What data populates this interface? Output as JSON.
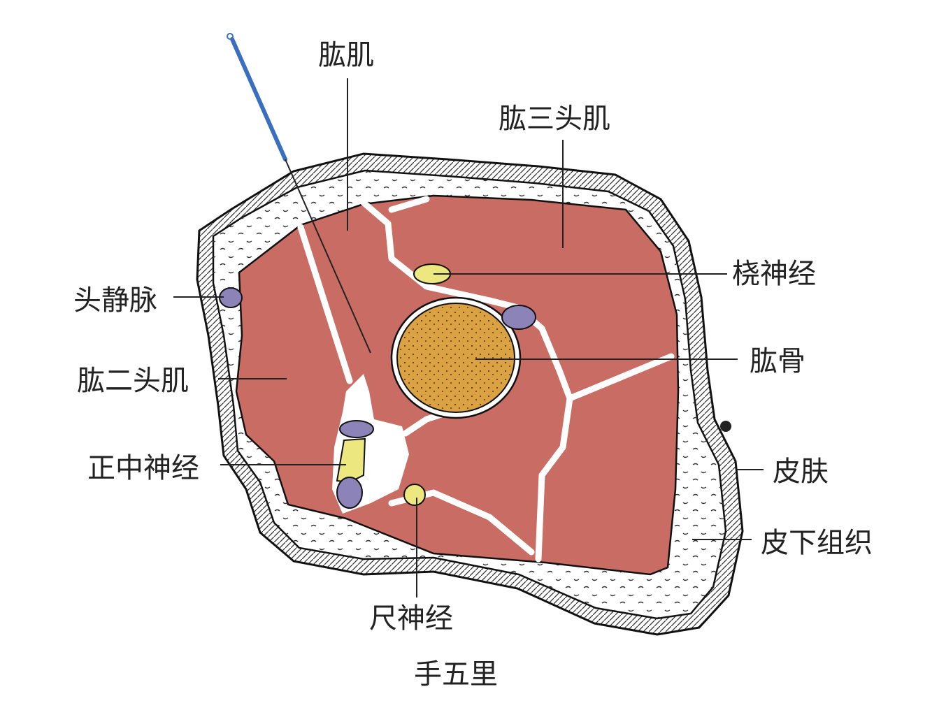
{
  "title": "手五里",
  "labels": {
    "brachialis": "肱肌",
    "triceps": "肱三头肌",
    "radial_nerve": "桡神经",
    "cephalic_vein": "头静脉",
    "humerus": "肱骨",
    "biceps": "肱二头肌",
    "median_nerve": "正中神经",
    "skin": "皮肤",
    "subcutaneous": "皮下组织",
    "ulnar_nerve": "尺神经"
  },
  "colors": {
    "muscle": "#c96c63",
    "bone": "#dba244",
    "nerve": "#ece77e",
    "vein": "#8c84b8",
    "needle": "#3a6fc0"
  }
}
